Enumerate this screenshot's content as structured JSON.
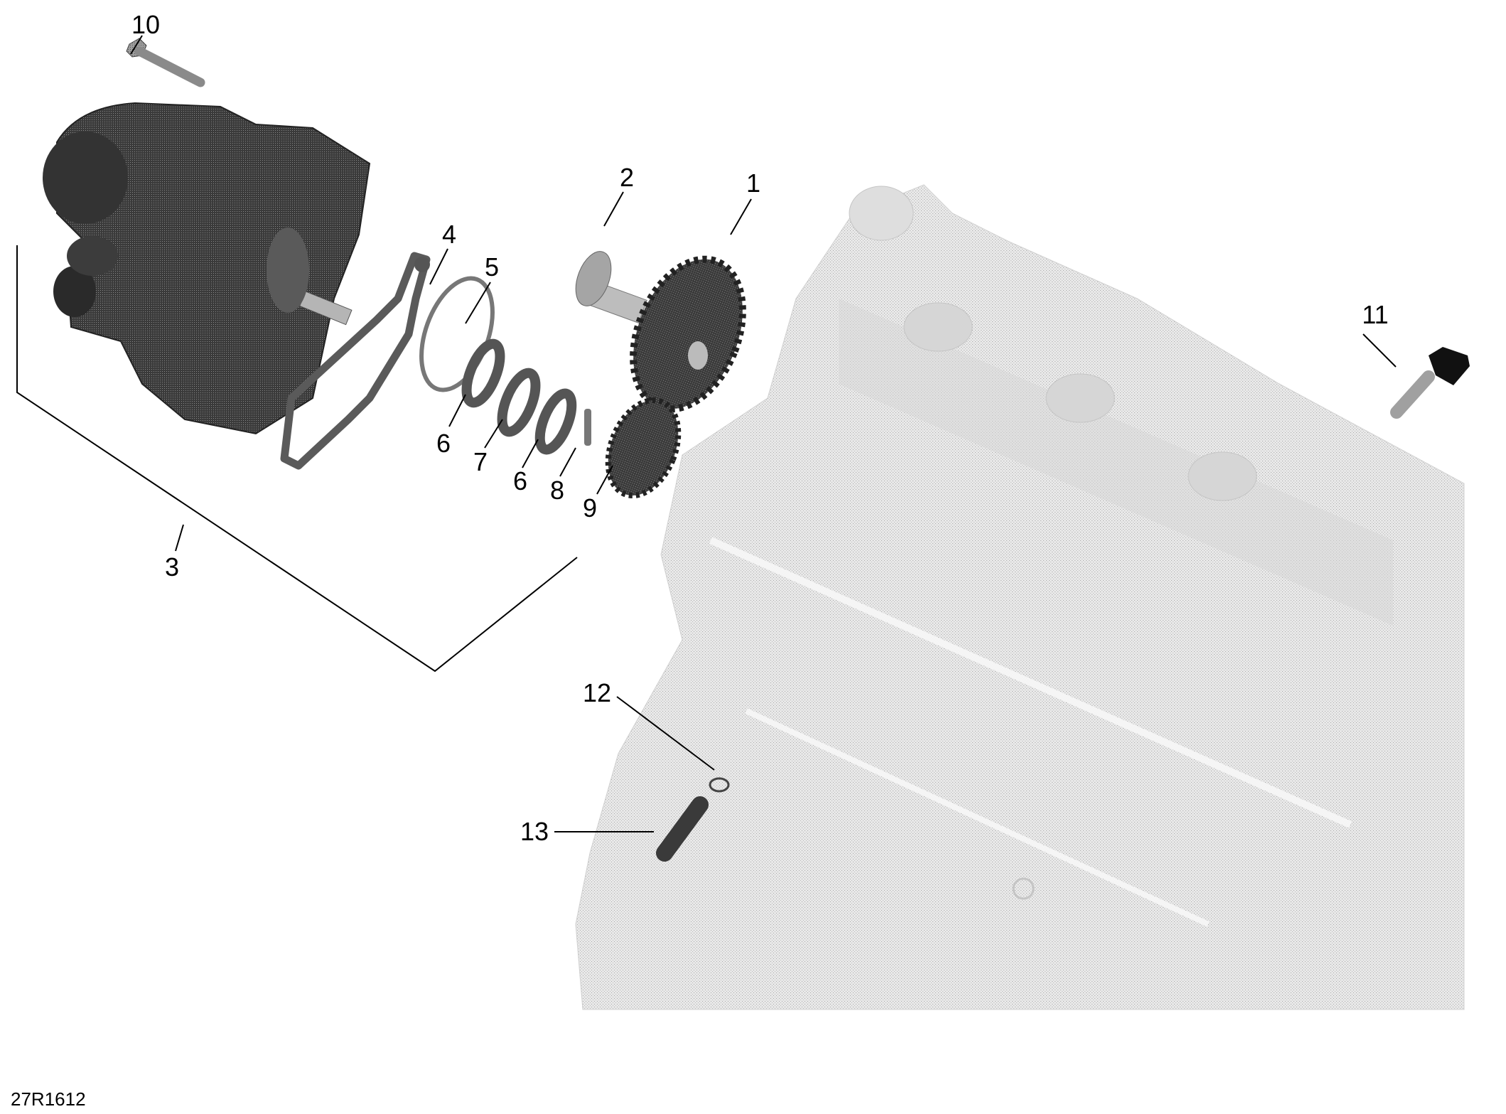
{
  "diagram": {
    "type": "exploded-parts-diagram",
    "subject": "Engine water pump, gears and sensors",
    "reference_code": "27R1612",
    "callouts": [
      {
        "id": "1",
        "label": "1",
        "part": "gear (large)"
      },
      {
        "id": "2",
        "label": "2",
        "part": "shaft pin"
      },
      {
        "id": "3",
        "label": "3",
        "part": "water pump assembly (group bracket)"
      },
      {
        "id": "4",
        "label": "4",
        "part": "gasket"
      },
      {
        "id": "5",
        "label": "5",
        "part": "o-ring"
      },
      {
        "id": "6a",
        "label": "6",
        "part": "washer"
      },
      {
        "id": "7",
        "label": "7",
        "part": "washer"
      },
      {
        "id": "6b",
        "label": "6",
        "part": "washer"
      },
      {
        "id": "8",
        "label": "8",
        "part": "pin"
      },
      {
        "id": "9",
        "label": "9",
        "part": "gear (small)"
      },
      {
        "id": "10",
        "label": "10",
        "part": "bolt"
      },
      {
        "id": "11",
        "label": "11",
        "part": "temperature sensor"
      },
      {
        "id": "12",
        "label": "12",
        "part": "o-ring"
      },
      {
        "id": "13",
        "label": "13",
        "part": "fitting"
      }
    ]
  },
  "colors": {
    "ink": "#000000",
    "part_dark": "#4a4a4a",
    "part_mid": "#8a8a8a",
    "engine_ghost": "#d6d6d6",
    "background": "#ffffff"
  }
}
